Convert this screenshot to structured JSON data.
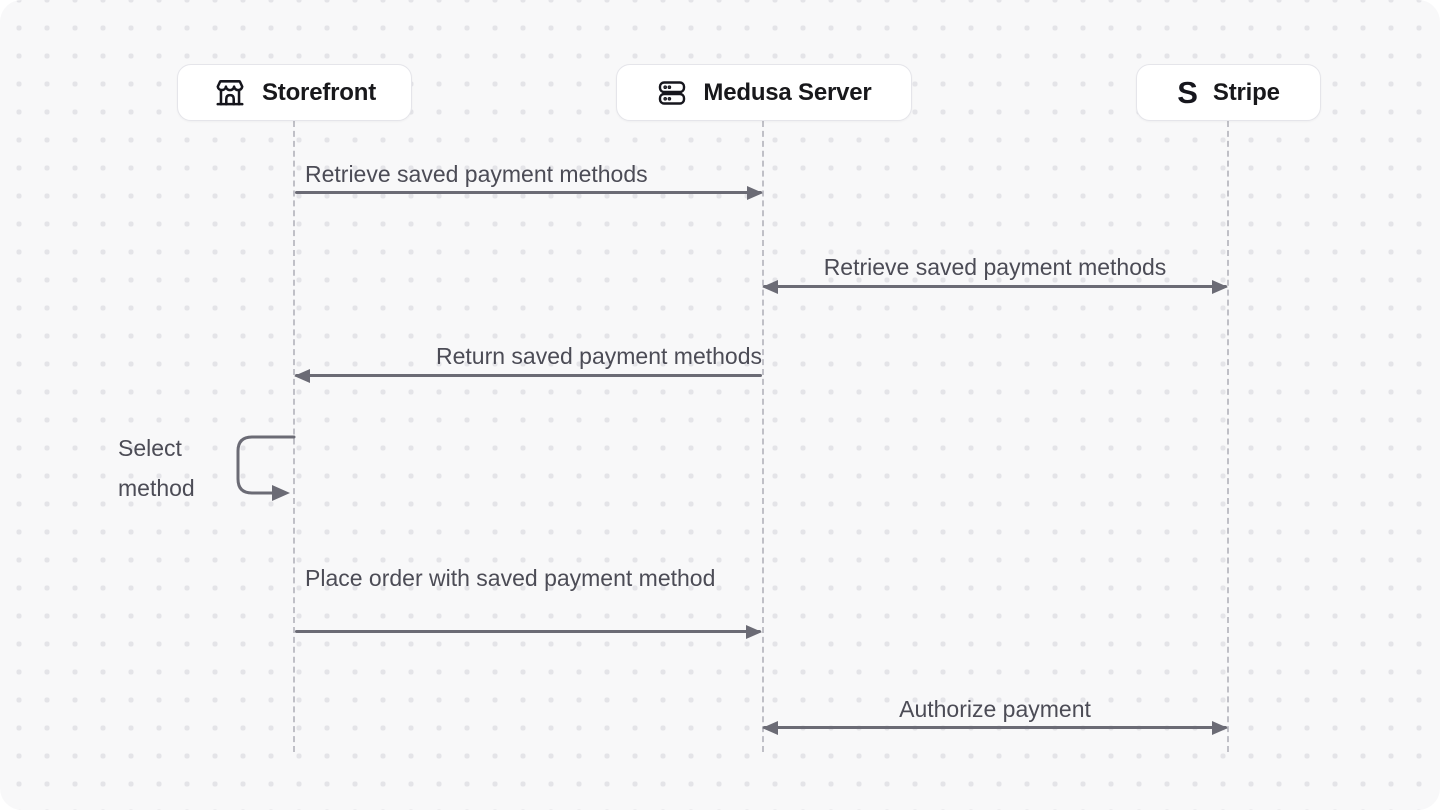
{
  "diagram": {
    "type": "sequence-diagram",
    "actors": [
      {
        "id": "storefront",
        "label": "Storefront",
        "icon": "store-icon"
      },
      {
        "id": "medusa-server",
        "label": "Medusa Server",
        "icon": "server-icon"
      },
      {
        "id": "stripe",
        "label": "Stripe",
        "icon": "stripe-s-icon",
        "icon_glyph": "S"
      }
    ],
    "messages": [
      {
        "from": "storefront",
        "to": "medusa-server",
        "direction": "right",
        "label": "Retrieve saved payment methods"
      },
      {
        "from": "medusa-server",
        "to": "stripe",
        "direction": "both",
        "label": "Retrieve saved payment methods"
      },
      {
        "from": "medusa-server",
        "to": "storefront",
        "direction": "left",
        "label": "Return saved payment methods"
      },
      {
        "from": "storefront",
        "to": "storefront",
        "direction": "self",
        "label": "Select method"
      },
      {
        "from": "storefront",
        "to": "medusa-server",
        "direction": "right",
        "label": "Place order with saved payment method"
      },
      {
        "from": "medusa-server",
        "to": "stripe",
        "direction": "both",
        "label": "Authorize payment"
      }
    ],
    "colors": {
      "canvas_background": "#f8f8f9",
      "dot_grid": "#e4e4e8",
      "actor_background": "#ffffff",
      "actor_border": "#e5e5ea",
      "actor_text": "#18181b",
      "arrow": "#6b6b75",
      "label_text": "#4c4c56",
      "lifeline": "#c0c0c7"
    }
  }
}
